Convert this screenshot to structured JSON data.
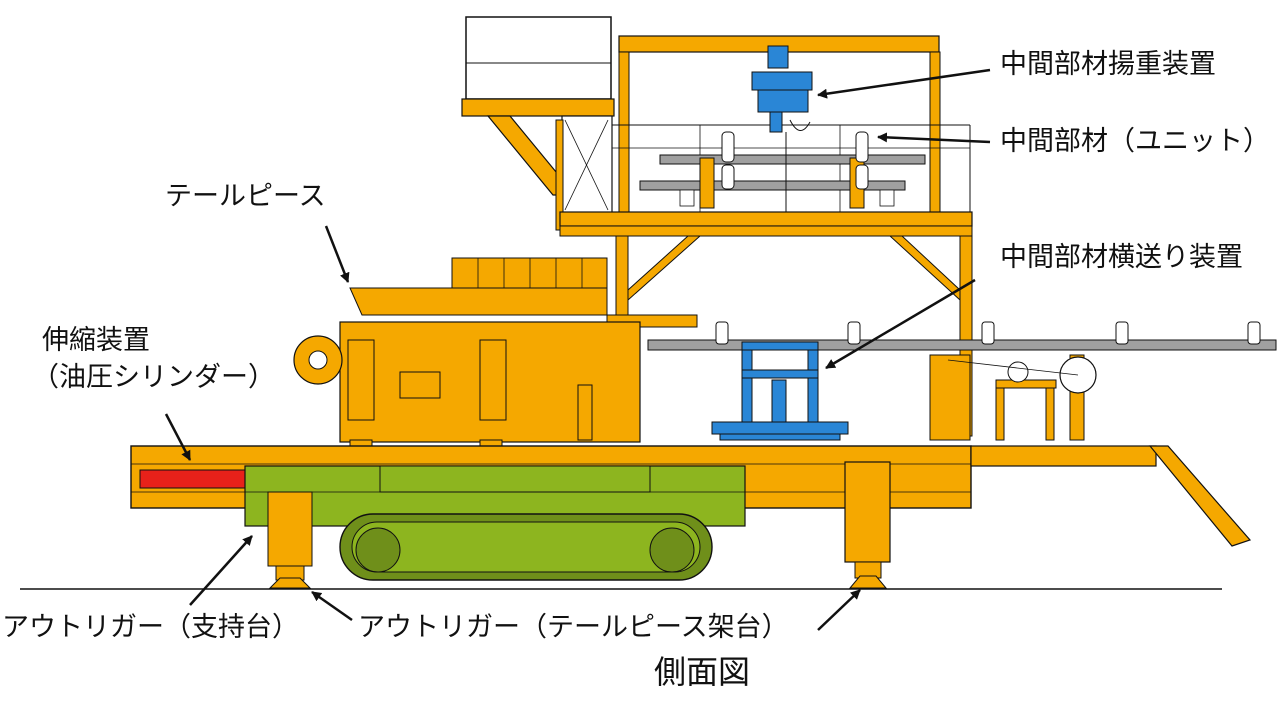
{
  "labels": {
    "hoist": "中間部材揚重装置",
    "unit": "中間部材（ユニット）",
    "tailpiece": "テールピース",
    "transverse": "中間部材横送り装置",
    "cylinder_line1": "伸縮装置",
    "cylinder_line2": "（油圧シリンダー）",
    "outrigger_support": "アウトリガー（支持台）",
    "outrigger_tail": "アウトリガー（テールピース架台）"
  },
  "caption": "側面図",
  "colors": {
    "frame": "#f5a800",
    "track": "#6f8f1a",
    "track_light": "#8db51f",
    "cylinder": "#e8211a",
    "equipment": "#2a86d6",
    "line": "#111111",
    "rail": "#a0a0a0"
  }
}
